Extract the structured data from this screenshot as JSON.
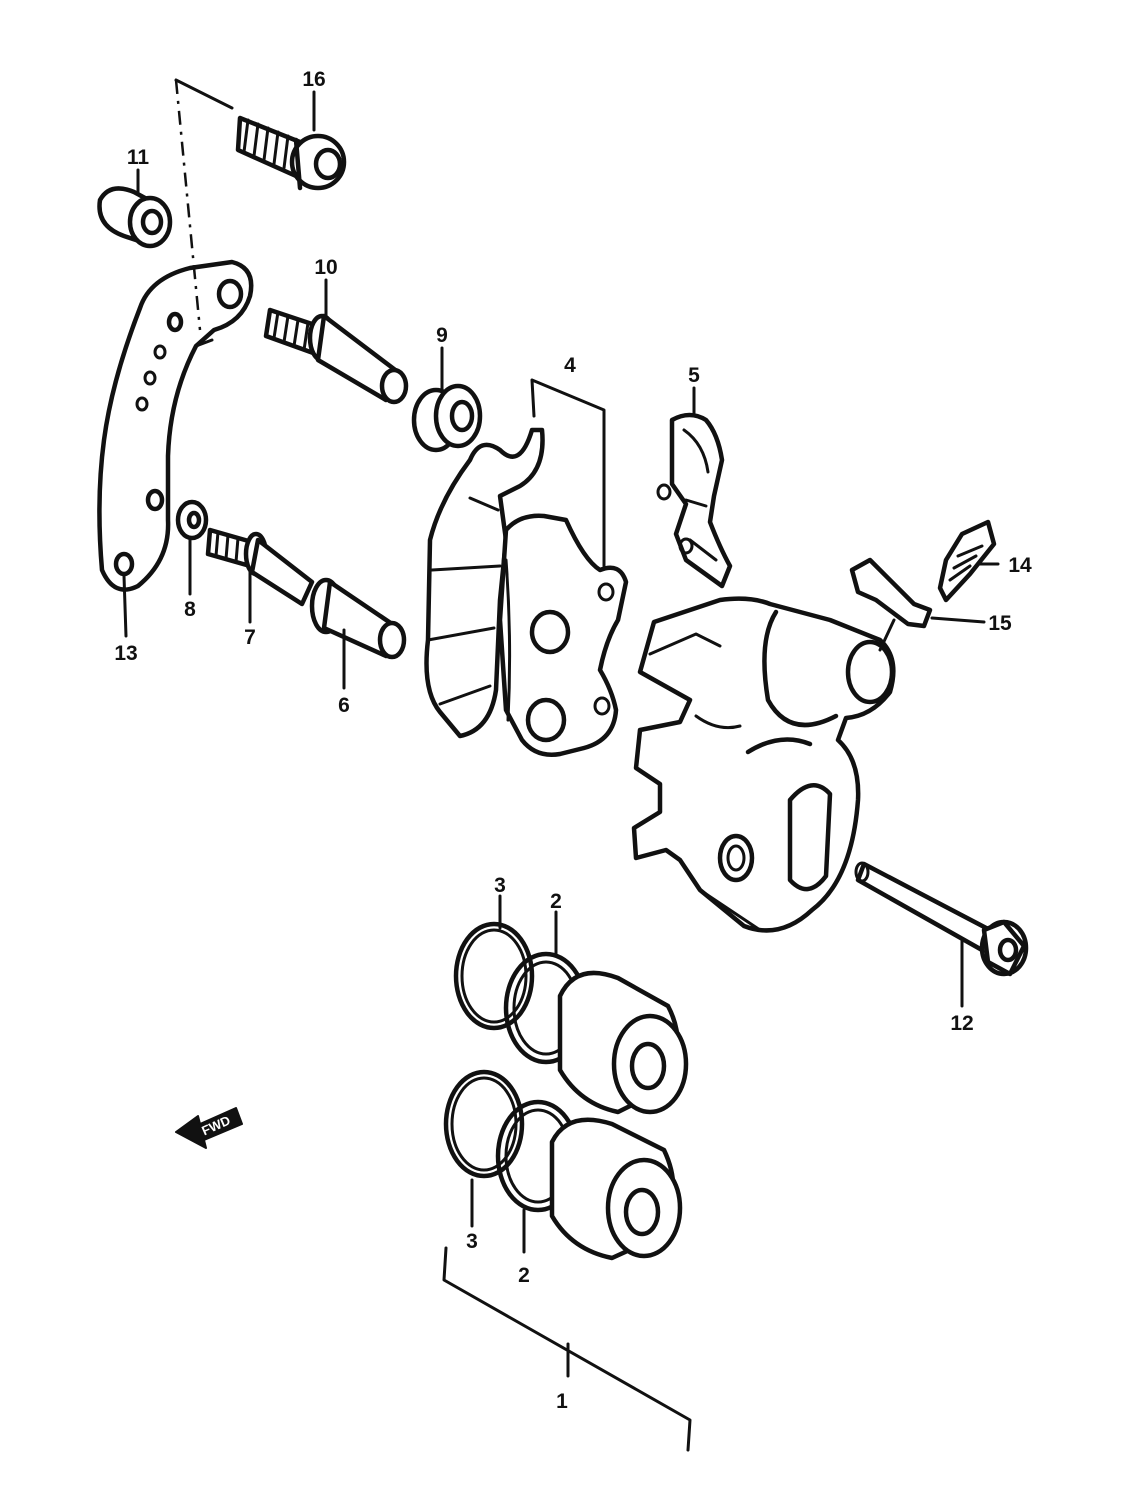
{
  "callouts": [
    {
      "id": "1",
      "label": "1"
    },
    {
      "id": "2a",
      "label": "2"
    },
    {
      "id": "2b",
      "label": "2"
    },
    {
      "id": "3a",
      "label": "3"
    },
    {
      "id": "3b",
      "label": "3"
    },
    {
      "id": "4",
      "label": "4"
    },
    {
      "id": "5",
      "label": "5"
    },
    {
      "id": "6",
      "label": "6"
    },
    {
      "id": "7",
      "label": "7"
    },
    {
      "id": "8",
      "label": "8"
    },
    {
      "id": "9",
      "label": "9"
    },
    {
      "id": "10",
      "label": "10"
    },
    {
      "id": "11",
      "label": "11"
    },
    {
      "id": "12",
      "label": "12"
    },
    {
      "id": "13",
      "label": "13"
    },
    {
      "id": "14",
      "label": "14"
    },
    {
      "id": "15",
      "label": "15"
    },
    {
      "id": "16",
      "label": "16"
    }
  ],
  "fwd_marker": {
    "label": "FWD"
  }
}
